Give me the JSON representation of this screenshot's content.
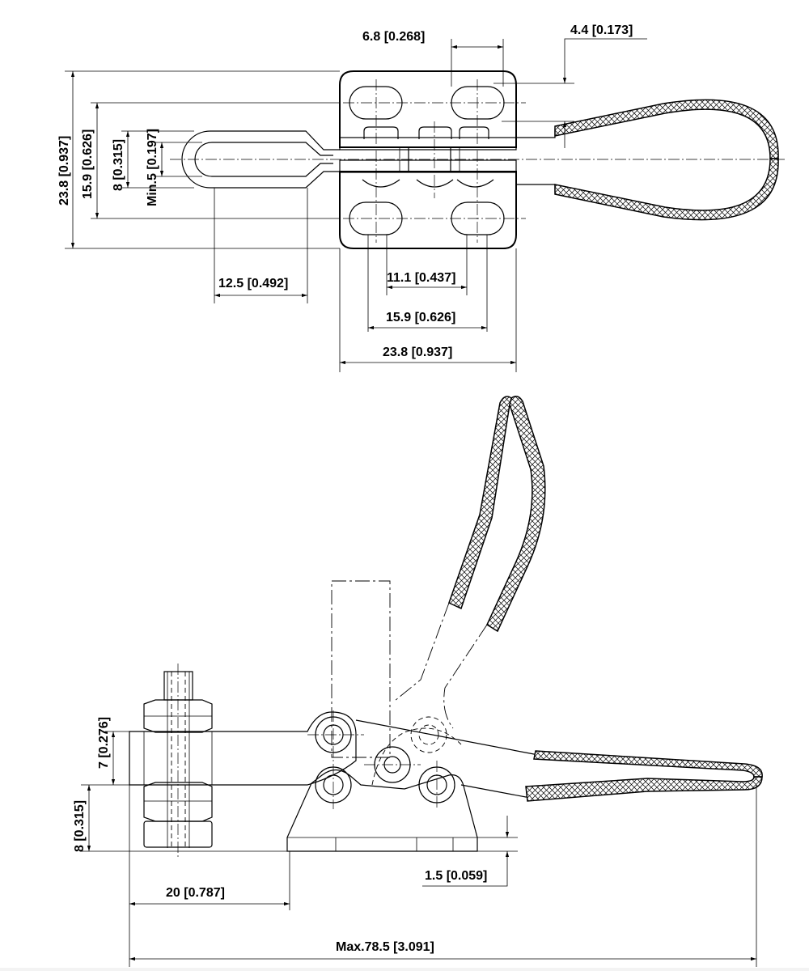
{
  "top_view": {
    "dims": {
      "d1": "6.8 [0.268]",
      "d2": "4.4 [0.173]",
      "d3": "23.8 [0.937]",
      "d4": "15.9 [0.626]",
      "d5": "8 [0.315]",
      "d6": "Min.5 [0.197]",
      "d7": "12.5 [0.492]",
      "d8": "11.1 [0.437]",
      "d9": "15.9 [0.626]",
      "d10": "23.8 [0.937]"
    }
  },
  "side_view": {
    "dims": {
      "d11": "7 [0.276]",
      "d12": "8 [0.315]",
      "d13": "20 [0.787]",
      "d14": "1.5 [0.059]",
      "d15": "Max.78.5 [3.091]"
    }
  }
}
